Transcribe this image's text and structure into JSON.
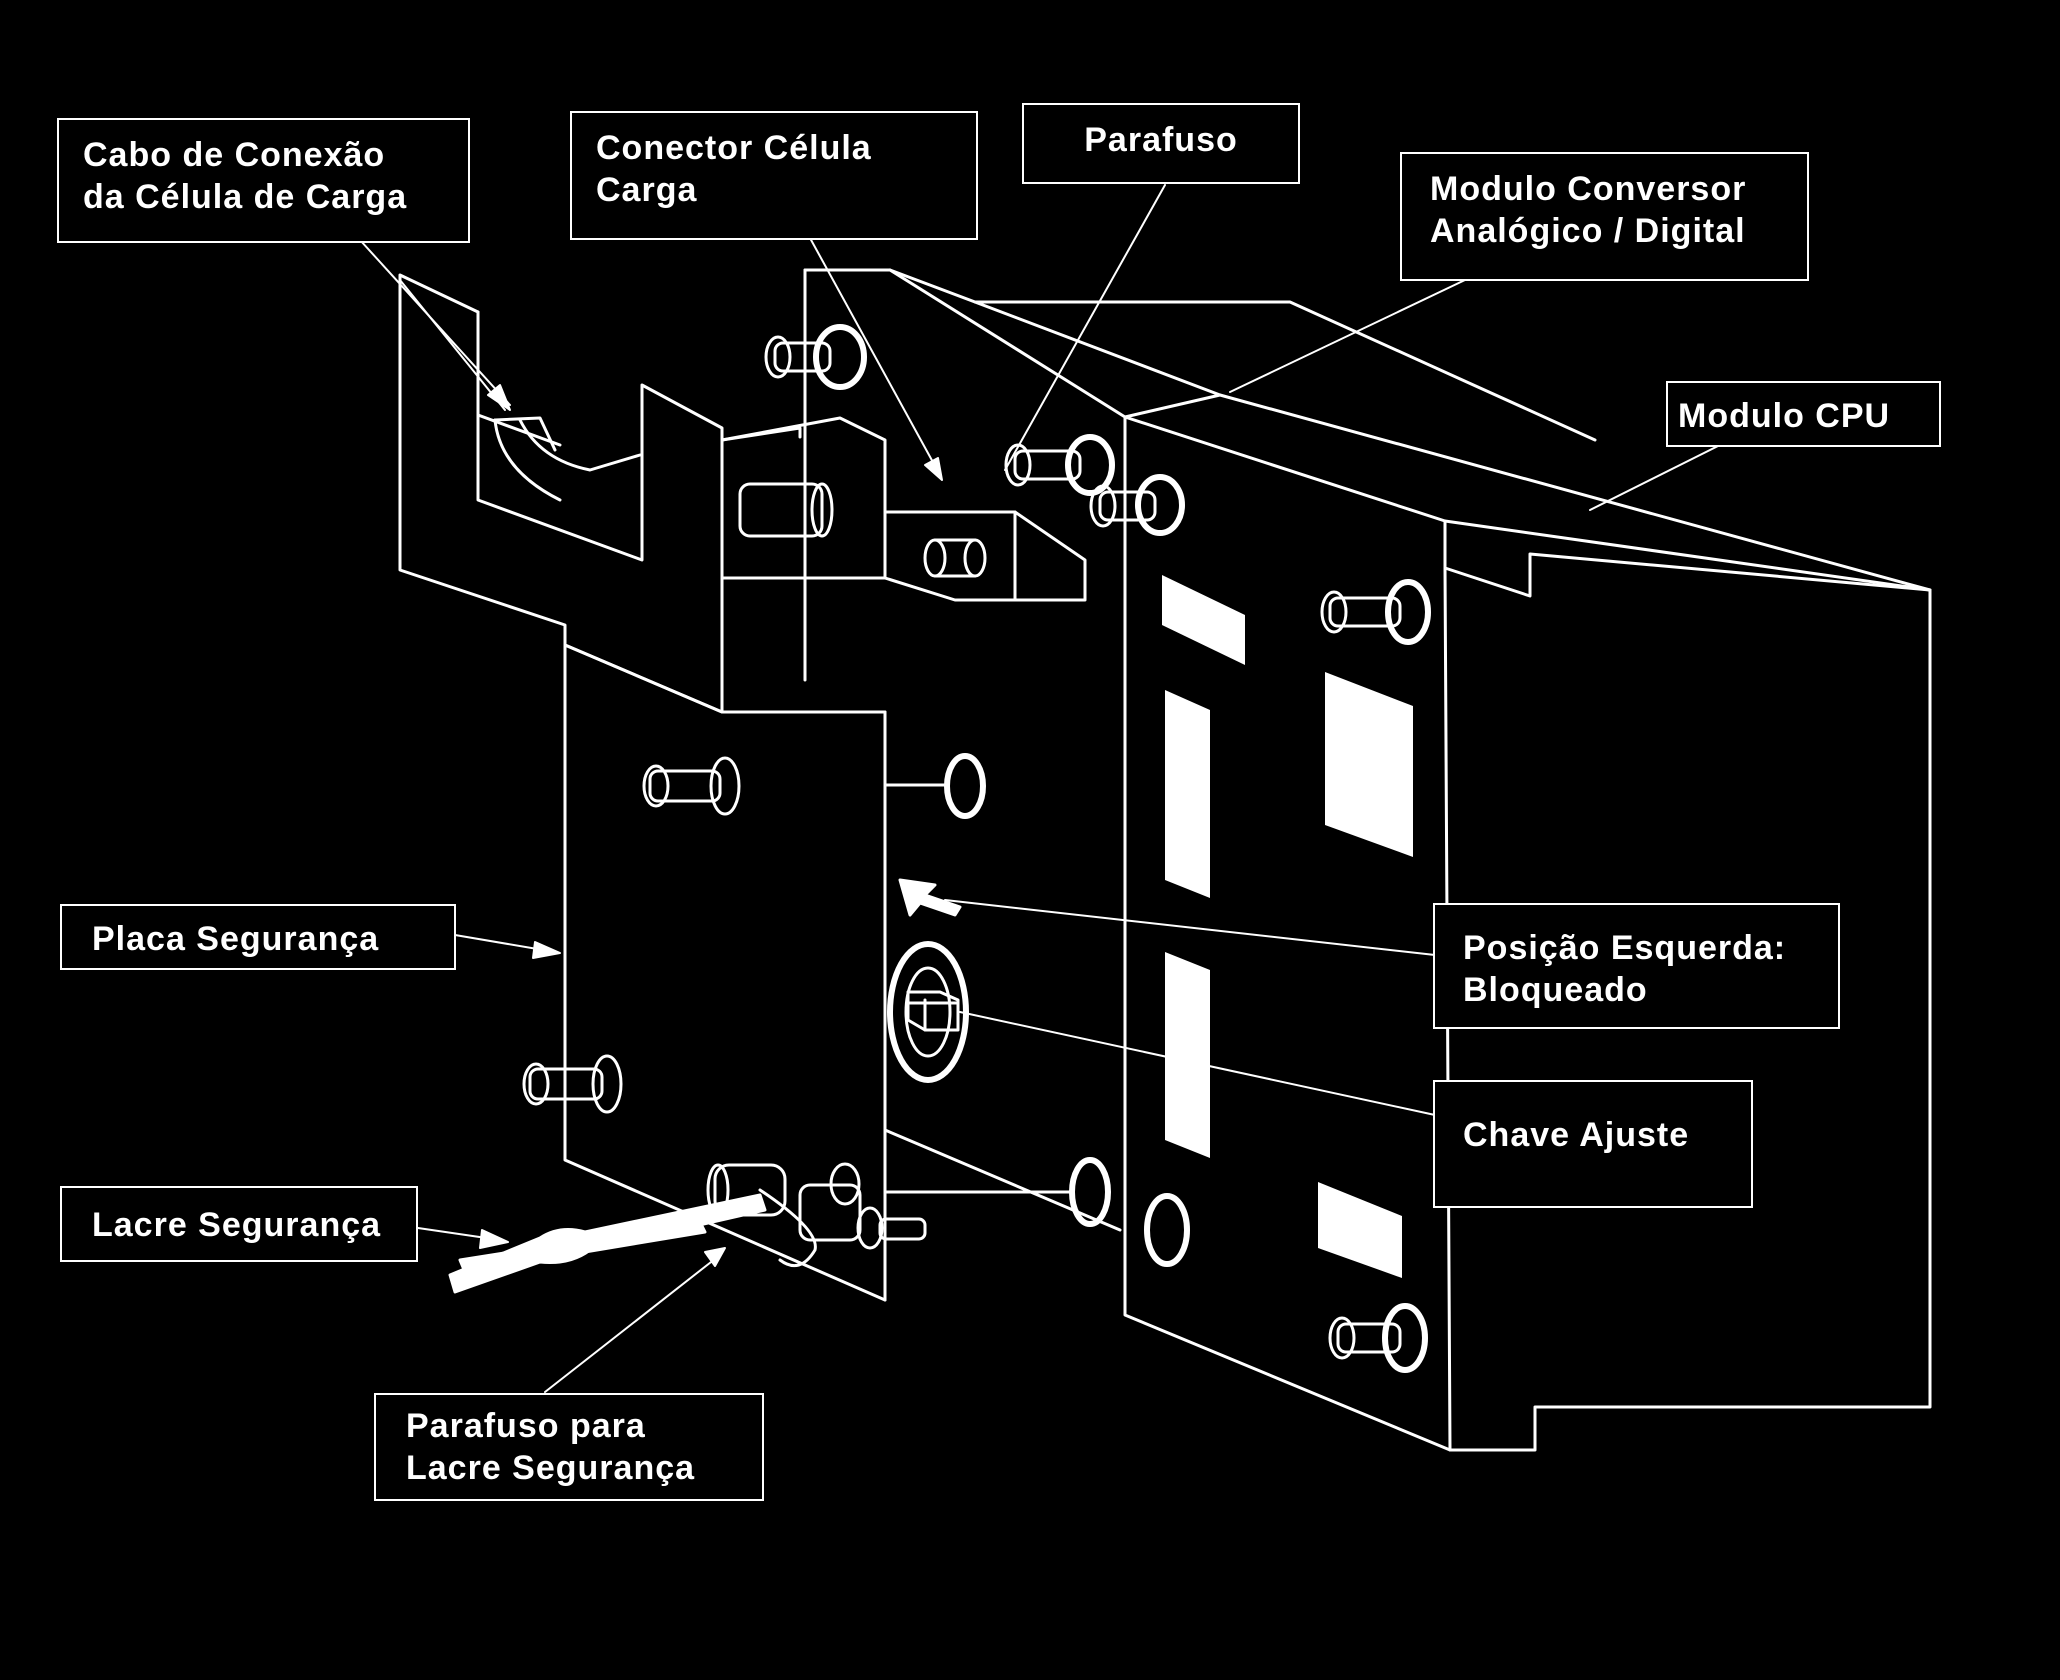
{
  "colors": {
    "background": "#000000",
    "lines": "#ffffff"
  },
  "labels": {
    "cable": {
      "line1": "Cabo de Conexão",
      "line2": "da Célula de Carga"
    },
    "connector": {
      "line1": "Conector Célula",
      "line2": "Carga"
    },
    "screw": {
      "line1": "Parafuso"
    },
    "ad_module": {
      "line1": "Modulo Conversor",
      "line2": "Analógico / Digital"
    },
    "cpu_module": {
      "line1": "Modulo CPU"
    },
    "security_plate": {
      "line1": "Placa Segurança"
    },
    "left_position": {
      "line1": "Posição Esquerda:",
      "line2": "Bloqueado"
    },
    "adjust_key": {
      "line1": "Chave Ajuste"
    },
    "security_seal": {
      "line1": "Lacre Segurança"
    },
    "seal_screw": {
      "line1": "Parafuso para",
      "line2": "Lacre Segurança"
    }
  }
}
